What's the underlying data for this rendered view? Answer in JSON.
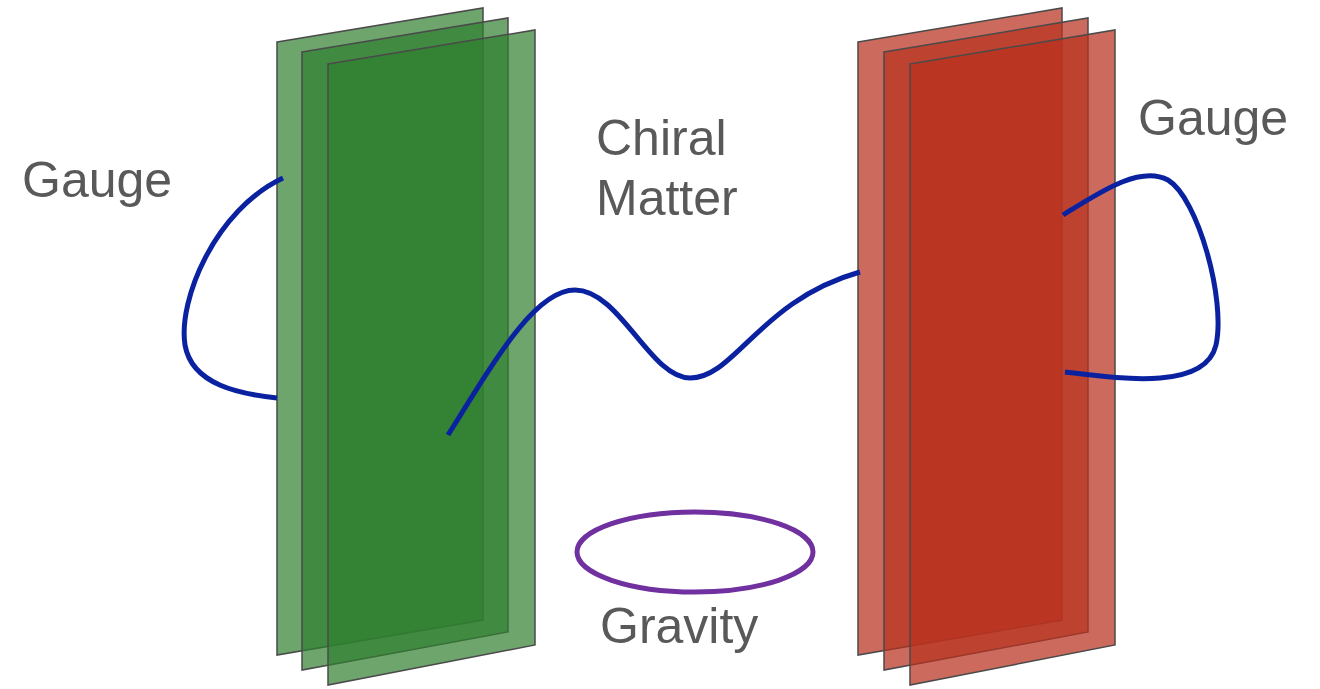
{
  "diagram": {
    "labels": [
      "Gauge",
      "Chiral Matter",
      "Gauge",
      "Gravity"
    ]
  }
}
